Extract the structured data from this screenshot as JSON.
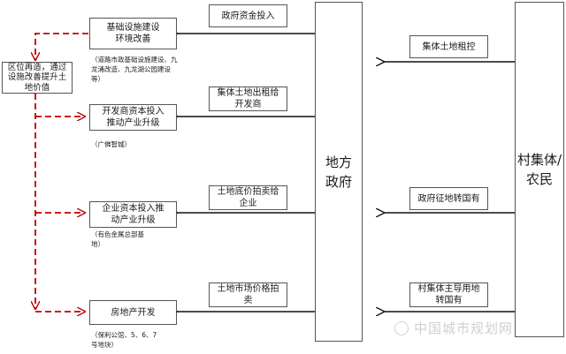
{
  "left_column": {
    "infra_box": "基础设施建设\n环境改善",
    "infra_note": "（道路市政基础设施建设、九龙涌改造、九龙湖公园建设等）",
    "developer_box": "开发商资本投入\n推动产业升级",
    "developer_note": "（广佛智城）",
    "enterprise_box": "企业资本投入推\n动产业升级",
    "enterprise_note": "（有色金属总部基\n地）",
    "realestate_box": "房地产开发",
    "realestate_note": "（保利公馆、5、6、7\n号地块）"
  },
  "side_label": "区位再造，通过\n设施改善提升土\n地价值",
  "middle_labels": {
    "gov_funds": "政府资金投入",
    "land_lease": "集体土地出租给\n开发商",
    "land_auction_enterprise": "土地底价拍卖给\n企业",
    "land_market_auction": "土地市场价格拍\n卖"
  },
  "local_gov": "地方\n政府",
  "village": "村集体/\n农民",
  "right_labels": {
    "collective_rent": "集体土地租控",
    "gov_acquisition": "政府征地转国有",
    "village_led": "村集体主导用地\n转国有"
  },
  "watermark": "中国城市规划网"
}
